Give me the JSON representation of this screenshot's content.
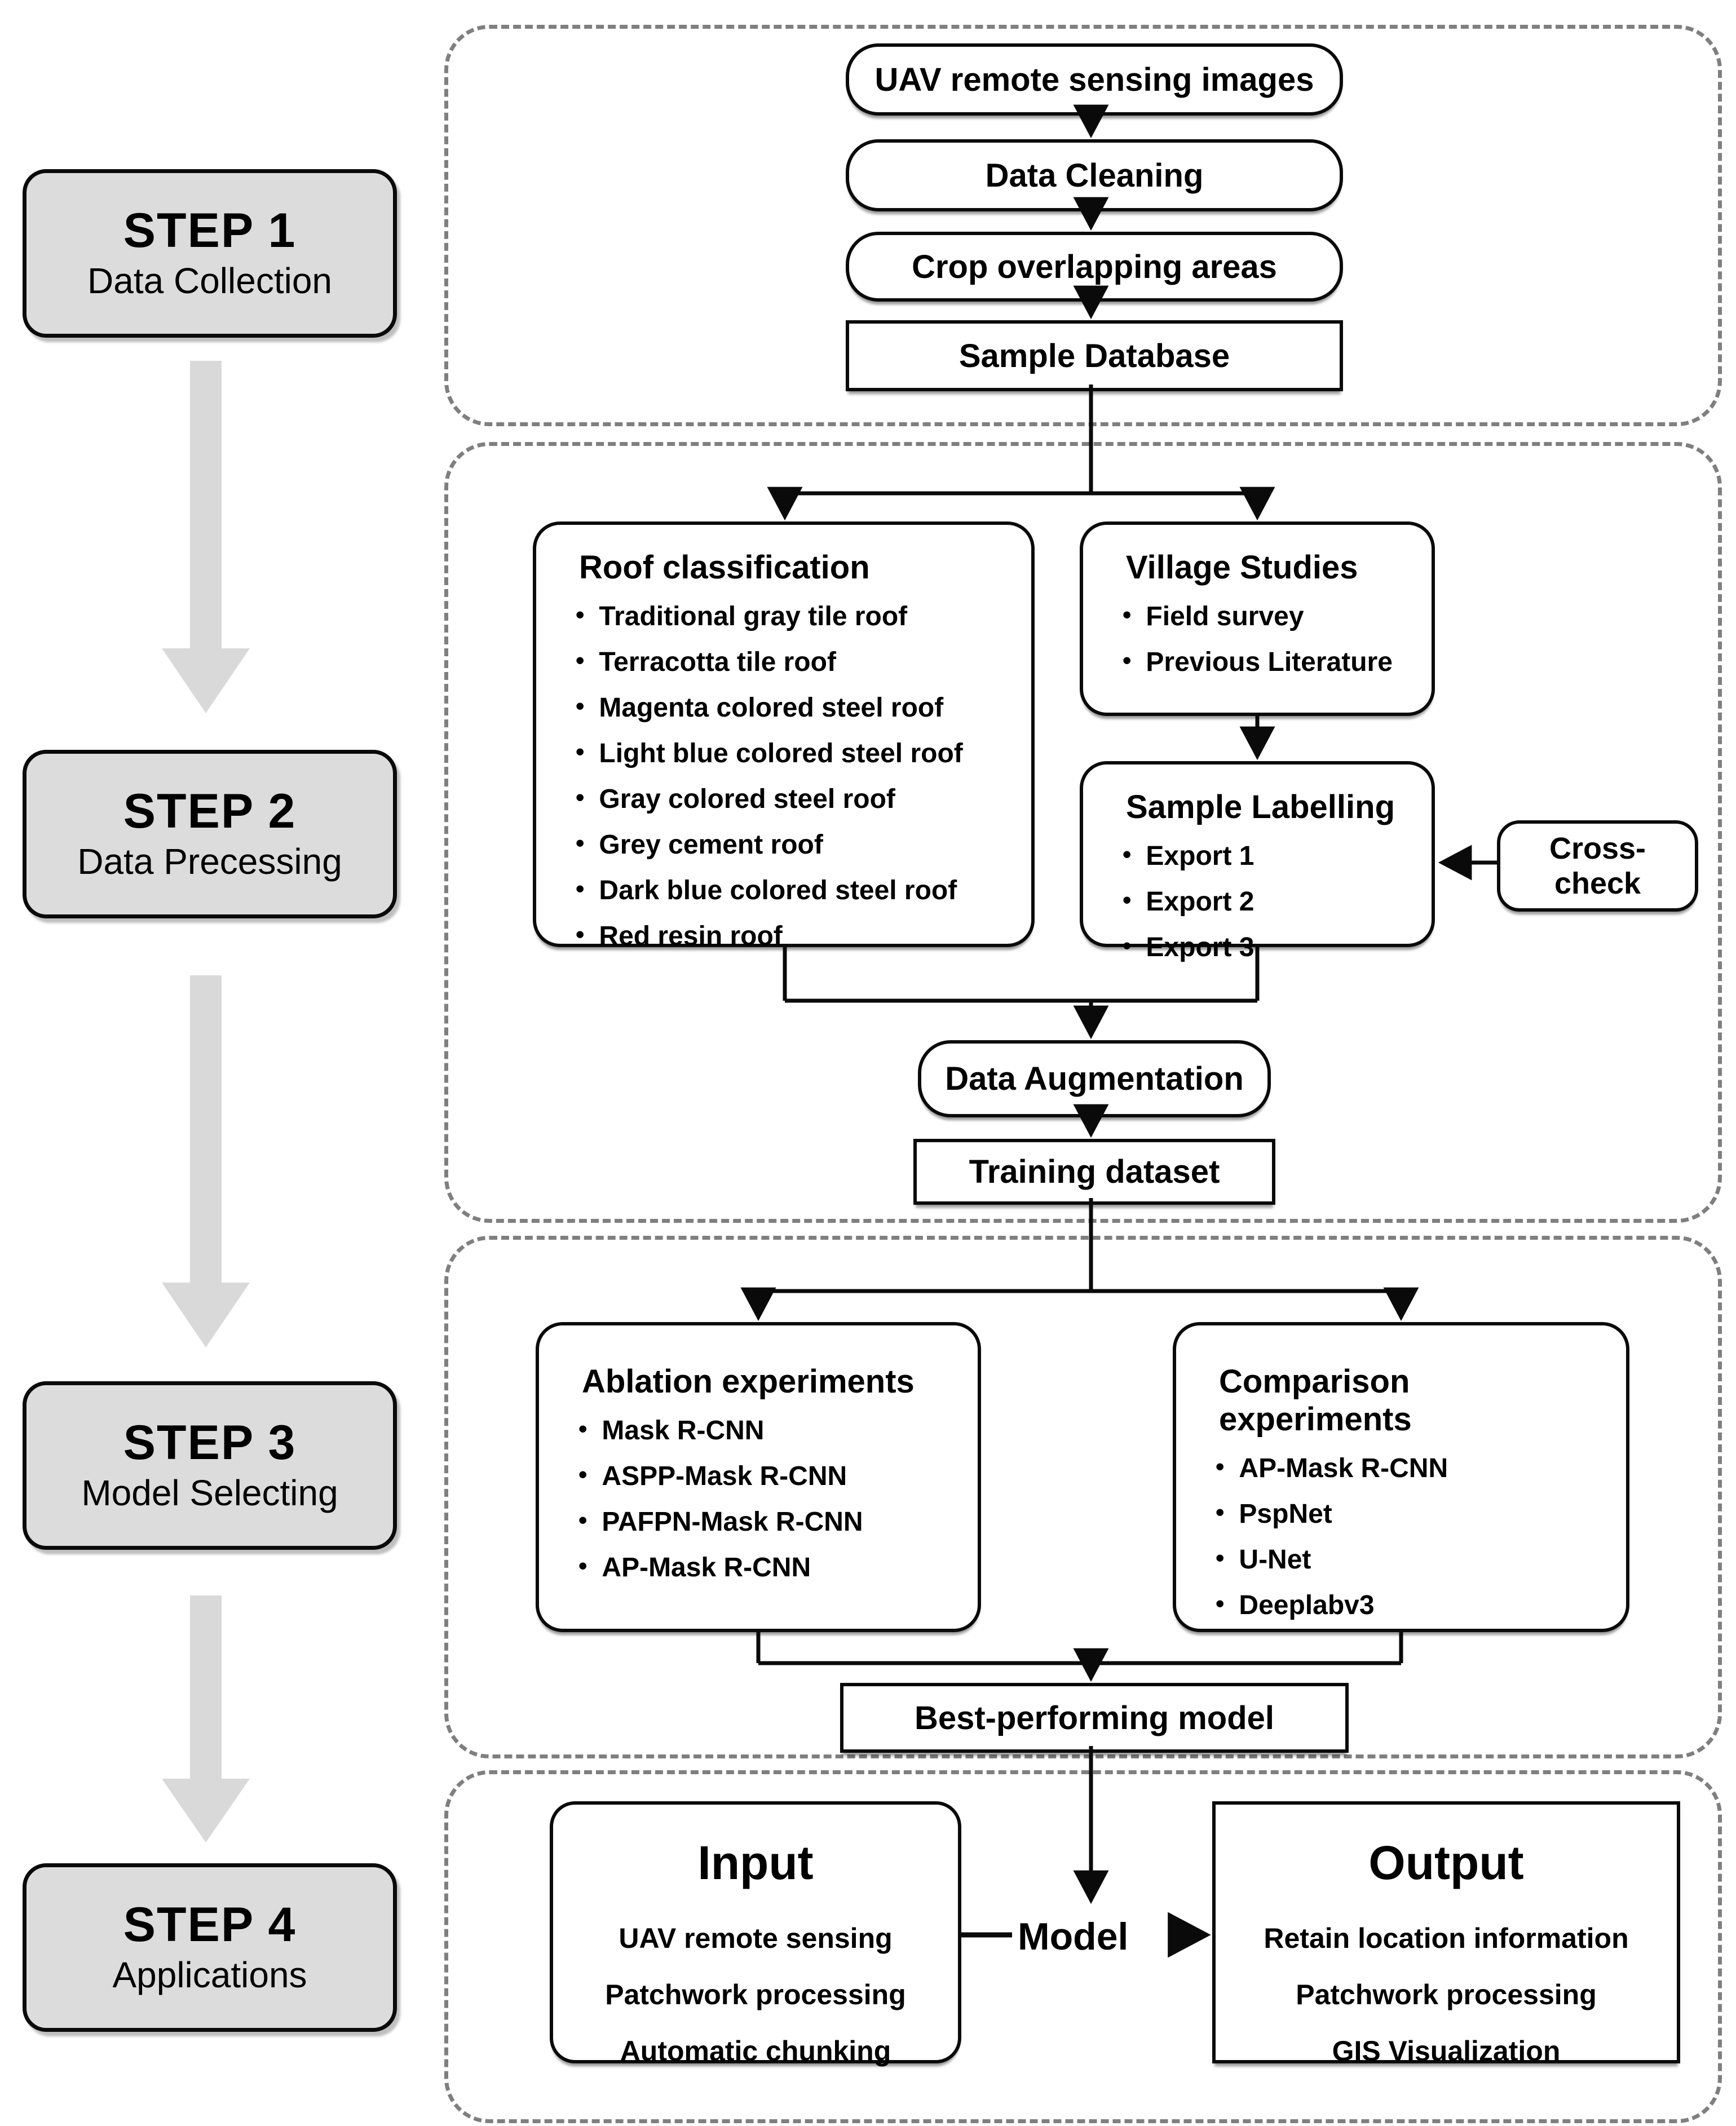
{
  "steps": [
    {
      "title": "STEP 1",
      "subtitle": "Data Collection"
    },
    {
      "title": "STEP 2",
      "subtitle": "Data Precessing"
    },
    {
      "title": "STEP 3",
      "subtitle": "Model Selecting"
    },
    {
      "title": "STEP 4",
      "subtitle": "Applications"
    }
  ],
  "flow": {
    "uav_images": "UAV remote sensing images",
    "data_cleaning": "Data Cleaning",
    "crop_overlapping": "Crop overlapping areas",
    "sample_database": "Sample Database",
    "roof_classification": {
      "title": "Roof classification",
      "items": [
        "Traditional gray tile roof",
        "Terracotta tile roof",
        "Magenta colored steel roof",
        "Light blue colored steel roof",
        "Gray colored steel roof",
        "Grey cement roof",
        "Dark blue colored steel roof",
        "Red resin roof"
      ]
    },
    "village_studies": {
      "title": "Village Studies",
      "items": [
        "Field survey",
        "Previous Literature"
      ]
    },
    "sample_labelling": {
      "title": "Sample Labelling",
      "items": [
        "Export 1",
        "Export 2",
        "Export 3"
      ]
    },
    "cross_check": "Cross-check",
    "data_augmentation": "Data Augmentation",
    "training_dataset": "Training dataset",
    "ablation_experiments": {
      "title": "Ablation experiments",
      "items": [
        "Mask R-CNN",
        "ASPP-Mask R-CNN",
        "PAFPN-Mask R-CNN",
        "AP-Mask R-CNN"
      ]
    },
    "comparison_experiments": {
      "title": "Comparison experiments",
      "items": [
        "AP-Mask R-CNN",
        "PspNet",
        "U-Net",
        "Deeplabv3"
      ]
    },
    "best_model": "Best-performing model",
    "model_label": "Model",
    "input": {
      "title": "Input",
      "items": [
        "UAV remote sensing",
        "Patchwork processing",
        "Automatic chunking"
      ]
    },
    "output": {
      "title": "Output",
      "items": [
        "Retain location information",
        "Patchwork processing",
        "GIS Visualization"
      ]
    }
  },
  "colors": {
    "step_fill": "#dcdcdc",
    "box_border": "#0a0a0a",
    "dashed_border": "#7f7f7f",
    "gray_arrow": "#d9d9d9",
    "background": "#ffffff"
  }
}
